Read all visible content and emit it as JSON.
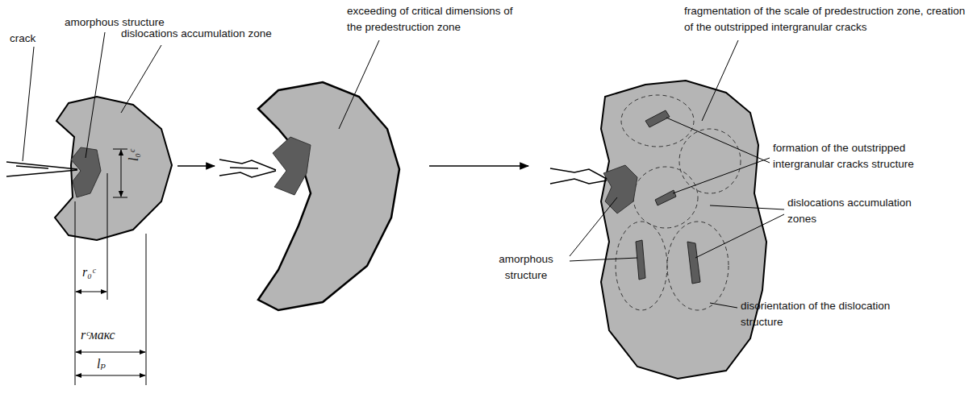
{
  "diagram": {
    "labels": [
      "crack",
      "amorphous structure",
      "dislocations accumulation zone",
      "l₀ᶜ",
      "r₀ᶜ",
      "rᶜмакс",
      "lₚ",
      "exceeding of critical dimensions of the predestruction zone",
      "fragmentation of the scale of predestruction zone, creation of the outstripped intergranular cracks",
      "formation of the outstripped intergranular cracks structure",
      "dislocations accumulation zones",
      "amorphous structure",
      "disorientation of the dislocation structure"
    ]
  }
}
